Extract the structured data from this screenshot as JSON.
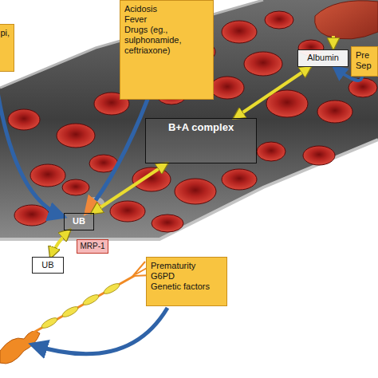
{
  "diagram": {
    "nodes": [
      {
        "text": [
          "pi,"
        ]
      },
      {
        "text": [
          "Acidosis",
          "Fever",
          "Drugs (eg., sulphonamide, ceftriaxone)"
        ]
      },
      {
        "text": [
          "Pre Sep"
        ]
      },
      {
        "text": [
          "Albumin"
        ]
      },
      {
        "text": [
          "B+A complex"
        ]
      },
      {
        "text": [
          "UB"
        ]
      },
      {
        "text": [
          "MRP-1"
        ]
      },
      {
        "text": [
          "UB"
        ]
      },
      {
        "text": [
          "Prematurity",
          "G6PD",
          "Genetic factors"
        ]
      }
    ],
    "edges": [
      {
        "from": 0,
        "to": 5,
        "arrow": "to"
      },
      {
        "from": 1,
        "to": 5,
        "arrow": "to"
      },
      {
        "from": 2,
        "to": 3,
        "arrow": "to"
      },
      {
        "from": 3,
        "to": 4,
        "arrow": "both"
      },
      {
        "from": 4,
        "to": 5,
        "arrow": "both"
      },
      {
        "from": 7,
        "to": 5,
        "arrow": "both"
      }
    ]
  }
}
